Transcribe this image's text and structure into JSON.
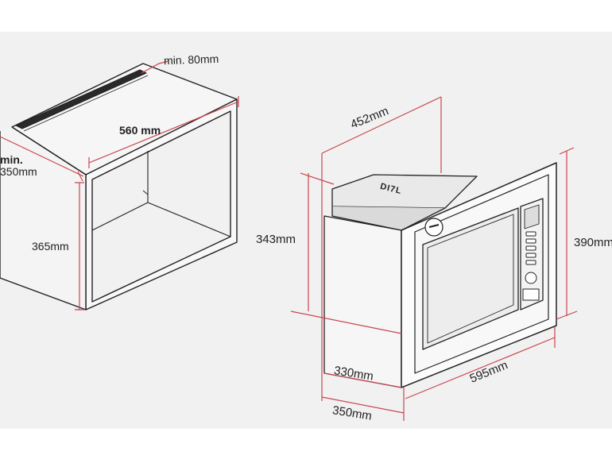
{
  "labels": {
    "cabinet_min_top": "min. 80mm",
    "cabinet_width": "560 mm",
    "cabinet_min_depth_1": "min.",
    "cabinet_min_depth_2": "350mm",
    "cabinet_height": "365mm",
    "oven_top_depth": "452mm",
    "oven_body_height": "343mm",
    "oven_total_height": "390mm",
    "oven_inner_depth": "330mm",
    "oven_depth": "350mm",
    "oven_width": "595mm",
    "brand": "DI7L"
  },
  "colors": {
    "dimension_line": "#c8474f",
    "outline": "#222222",
    "panel": "#f1f1f1"
  }
}
